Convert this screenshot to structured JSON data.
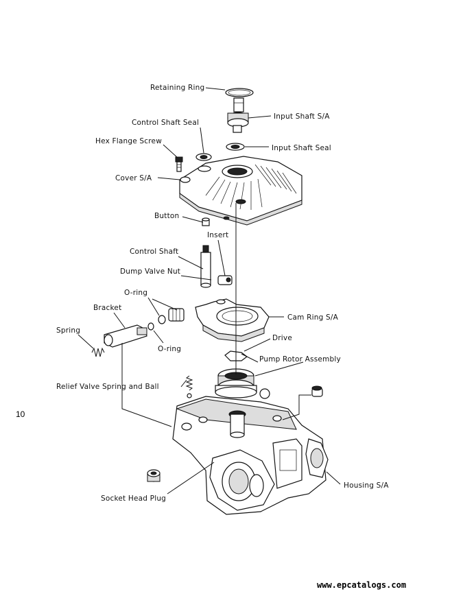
{
  "labels": {
    "retaining_ring": "Retaining Ring",
    "input_shaft_sa": "Input Shaft S/A",
    "control_shaft_seal": "Control Shaft Seal",
    "input_shaft_seal": "Input Shaft Seal",
    "hex_flange_screw": "Hex Flange Screw",
    "cover_sa": "Cover S/A",
    "button": "Button",
    "insert": "Insert",
    "control_shaft": "Control Shaft",
    "dump_valve_nut": "Dump Valve Nut",
    "o_ring_upper": "O-ring",
    "bracket": "Bracket",
    "cam_ring_sa": "Cam Ring S/A",
    "spring": "Spring",
    "drive": "Drive",
    "o_ring_lower": "O-ring",
    "pump_rotor_assembly": "Pump Rotor Assembly",
    "relief_valve_spring_and_ball": "Relief Valve Spring and Ball",
    "housing_sa": "Housing S/A",
    "socket_head_plug": "Socket Head Plug"
  },
  "page_number": "10",
  "watermark": "www.epcatalogs.com"
}
